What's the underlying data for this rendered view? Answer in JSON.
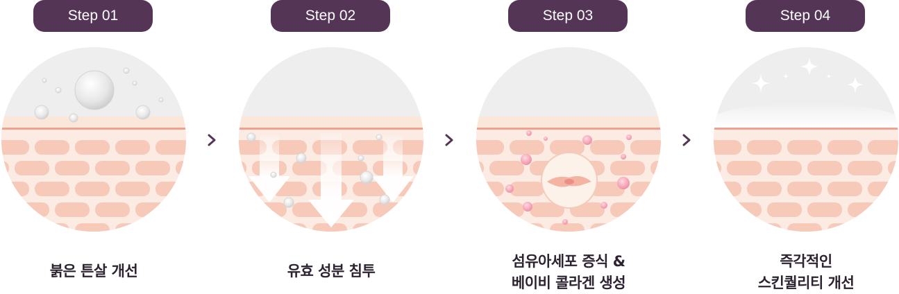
{
  "steps": [
    {
      "label": "Step 01",
      "caption_lines": [
        "붉은 튼살 개선"
      ]
    },
    {
      "label": "Step 02",
      "caption_lines": [
        "유효 성분 침투"
      ]
    },
    {
      "label": "Step 03",
      "caption_lines": [
        "섬유아세포 증식 &",
        "베이비 콜라겐 생성"
      ]
    },
    {
      "label": "Step 04",
      "caption_lines": [
        "즉각적인",
        "스킨퀄리티 개선"
      ]
    }
  ],
  "colors": {
    "pill": "#553556",
    "circle_top": "#eeeeee",
    "skin_band": "#f0a08e",
    "skin_layer": "#fbe8de",
    "cell": "#f6c7b6",
    "text": "#2c2230"
  }
}
